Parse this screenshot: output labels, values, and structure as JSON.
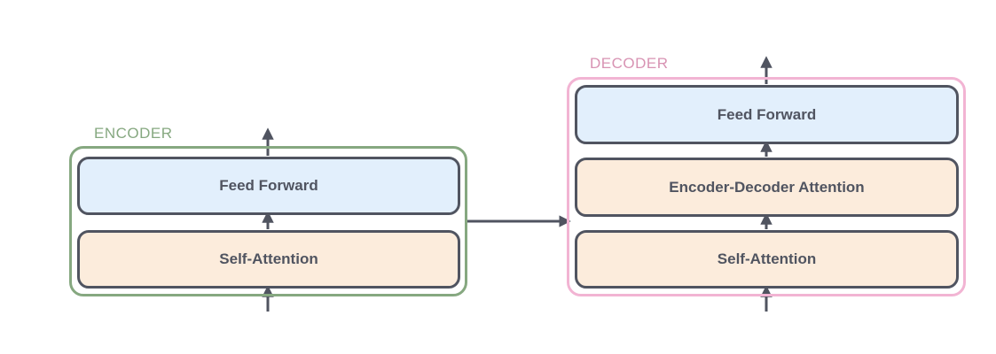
{
  "encoder": {
    "label": "ENCODER",
    "layers": {
      "feed_forward": "Feed Forward",
      "self_attention": "Self-Attention"
    }
  },
  "decoder": {
    "label": "DECODER",
    "layers": {
      "feed_forward": "Feed Forward",
      "encoder_decoder_attention": "Encoder-Decoder Attention",
      "self_attention": "Self-Attention"
    }
  },
  "colors": {
    "encoder_border": "#86a880",
    "decoder_border": "#f2b4d3",
    "feed_forward_fill": "#e2effc",
    "attention_fill": "#fcecdc",
    "layer_border": "#505460",
    "arrow": "#505460"
  }
}
